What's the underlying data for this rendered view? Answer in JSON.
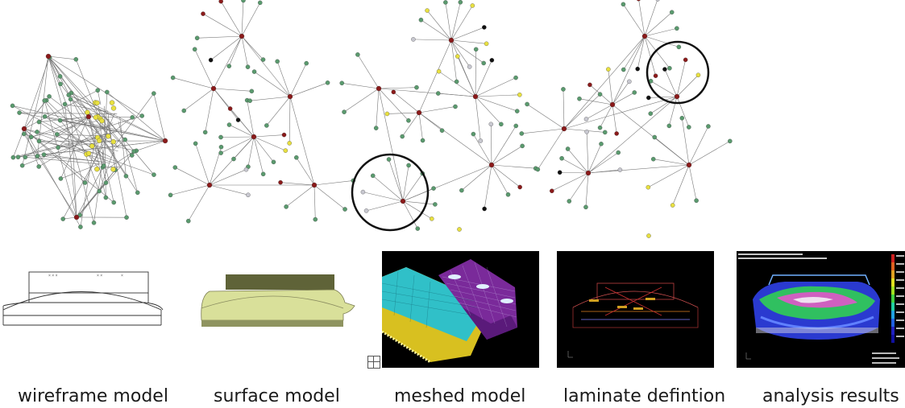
{
  "panels": [
    {
      "caption": "wireframe model"
    },
    {
      "caption": "surface model"
    },
    {
      "caption": "meshed model"
    },
    {
      "caption": "laminate defintion"
    },
    {
      "caption": "analysis results"
    }
  ],
  "colors": {
    "node_green": "#5a9a6e",
    "node_yellow": "#e8e040",
    "node_red": "#8b1a1a",
    "node_grey": "#c8c8d0",
    "node_black": "#111111",
    "edge": "#777777",
    "highlight_circle": "#111111",
    "mesh_purple": "#7a2a9a",
    "mesh_cyan": "#30c0c8",
    "mesh_yellow": "#d8c020",
    "surface_fill": "#d8de9a",
    "surface_top": "#6b7040"
  }
}
